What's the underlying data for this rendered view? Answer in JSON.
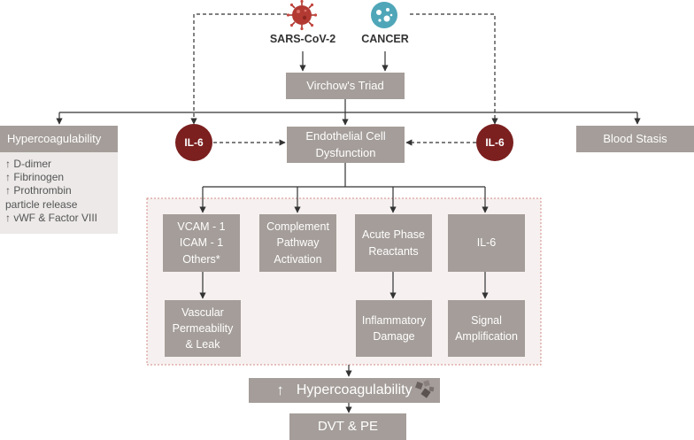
{
  "sources": {
    "virus": {
      "label": "SARS-CoV-2",
      "icon": "coronavirus-icon",
      "color": "#a8332c"
    },
    "cancer": {
      "label": "CANCER",
      "icon": "cancer-cell-icon",
      "color": "#4fa6b8"
    }
  },
  "triad": "Virchow's Triad",
  "branches": {
    "hypercoagulability": "Hypercoagulability",
    "endothelial": "Endothelial Cell\nDysfunction",
    "blood_stasis": "Blood Stasis"
  },
  "il6_left": "IL-6",
  "il6_right": "IL-6",
  "hypercoag_items": [
    "↑ D-dimer",
    "↑ Fibrinogen",
    "↑ Prothrombin\n   particle release",
    "↑ vWF & Factor VIII"
  ],
  "mechanisms": [
    {
      "label": "VCAM - 1\nICAM - 1\nOthers*",
      "effect": "Vascular\nPermeability\n& Leak"
    },
    {
      "label": "Complement\nPathway\nActivation",
      "effect": ""
    },
    {
      "label": "Acute Phase\nReactants",
      "effect": "Inflammatory\nDamage"
    },
    {
      "label": "IL-6",
      "effect": "Signal\nAmplification"
    }
  ],
  "result": {
    "arrow": "↑",
    "label": "Hypercoagulability"
  },
  "outcome": "DVT & PE",
  "colors": {
    "box": "#a49d99",
    "il6": "#7b1f1f",
    "dotted_border": "#d38b85",
    "panel": "#f6f1f0"
  }
}
